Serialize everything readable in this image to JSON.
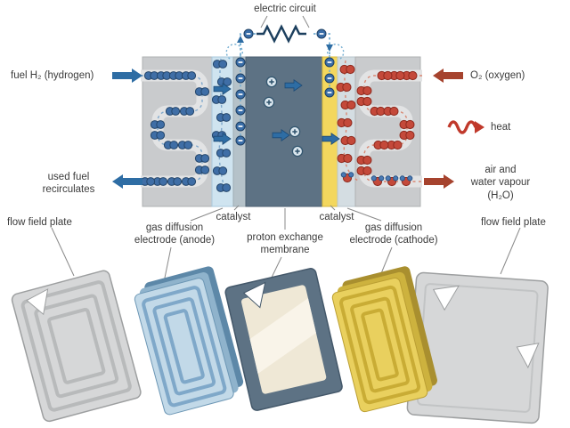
{
  "diagram": {
    "title": "electric circuit",
    "left": {
      "fuel_in": "fuel H₂ (hydrogen)",
      "fuel_out": "used fuel\nrecirculates"
    },
    "right": {
      "oxygen_in": "O₂ (oxygen)",
      "heat": "heat",
      "air_out": "air and\nwater vapour\n(H₂O)"
    },
    "layers": {
      "flow_field_left": "flow field plate",
      "gde_anode": "gas diffusion\nelectrode (anode)",
      "catalyst_left": "catalyst",
      "membrane": "proton exchange\nmembrane",
      "catalyst_right": "catalyst",
      "gde_cathode": "gas diffusion\nelectrode (cathode)",
      "flow_field_right": "flow field plate"
    },
    "colors": {
      "hydrogen_blue": "#3f6ea6",
      "oxygen_red": "#c4493a",
      "io_arrow_blue": "#2e6da4",
      "io_arrow_dark_red": "#a6432e",
      "membrane_slate": "#5d7284",
      "catalyst_yellow": "#f3d75e",
      "gde_blue": "#cfe4f0",
      "plate_gray": "#c9cbcd",
      "circuit_navy": "#1c3f5e",
      "wire_dotted_blue": "#74aed2"
    }
  }
}
